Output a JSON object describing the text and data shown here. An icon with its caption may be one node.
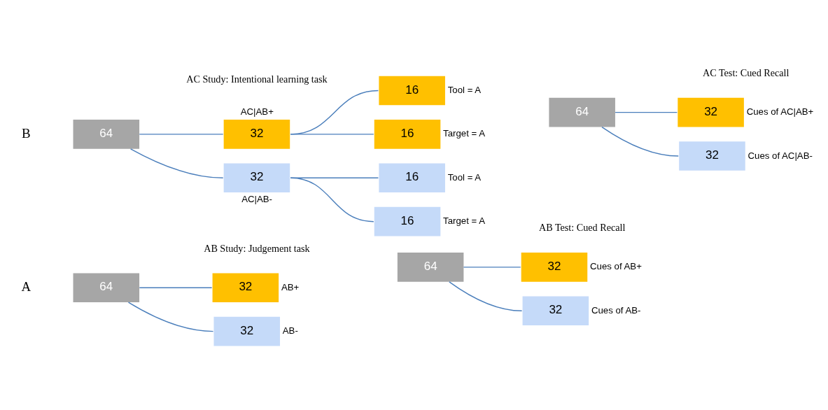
{
  "diagram": {
    "nodes": [
      {
        "text": [
          "64"
        ]
      },
      {
        "text": [
          "32"
        ],
        "beside": [
          "AB+"
        ]
      },
      {
        "text": [
          "32"
        ],
        "beside": [
          "AB-"
        ]
      },
      {
        "text": [
          "64"
        ]
      },
      {
        "text": [
          "32"
        ],
        "beside": [
          "Cues of AB+"
        ]
      },
      {
        "text": [
          "32"
        ],
        "beside": [
          "Cues of AB-"
        ]
      },
      {
        "text": [
          "64"
        ]
      },
      {
        "text": [
          "32"
        ],
        "beside": [
          "AC|AB+"
        ]
      },
      {
        "text": [
          "16"
        ],
        "beside": [
          "Tool = A"
        ]
      },
      {
        "text": [
          "16"
        ],
        "beside": [
          "Target = A"
        ]
      },
      {
        "text": [
          "32"
        ],
        "beside": [
          "AC|AB-"
        ]
      },
      {
        "text": [
          "16"
        ],
        "beside": [
          "Tool = A"
        ]
      },
      {
        "text": [
          "16"
        ],
        "beside": [
          "Target = A"
        ]
      },
      {
        "text": [
          "64"
        ]
      },
      {
        "text": [
          "32"
        ],
        "beside": [
          "Cues of AC|AB+"
        ]
      },
      {
        "text": [
          "32"
        ],
        "beside": [
          "Cues of AC|AB-"
        ]
      }
    ],
    "edges": [
      {
        "from": 0,
        "to": 1,
        "arrow": "none"
      },
      {
        "from": 0,
        "to": 2,
        "arrow": "none"
      },
      {
        "from": 3,
        "to": 4,
        "arrow": "none"
      },
      {
        "from": 3,
        "to": 5,
        "arrow": "none"
      },
      {
        "from": 6,
        "to": 7,
        "arrow": "none"
      },
      {
        "from": 6,
        "to": 10,
        "arrow": "none"
      },
      {
        "from": 7,
        "to": 8,
        "arrow": "none"
      },
      {
        "from": 7,
        "to": 9,
        "arrow": "none"
      },
      {
        "from": 10,
        "to": 11,
        "arrow": "none"
      },
      {
        "from": 10,
        "to": 12,
        "arrow": "none"
      },
      {
        "from": 13,
        "to": 14,
        "arrow": "none"
      },
      {
        "from": 13,
        "to": 15,
        "arrow": "none"
      }
    ],
    "labels": [
      "A",
      "AB Study: Judgement task",
      "AB Test: Cued Recall",
      "B",
      "AC Study: Intentional learning task",
      "AC Test: Cued Recall"
    ]
  }
}
